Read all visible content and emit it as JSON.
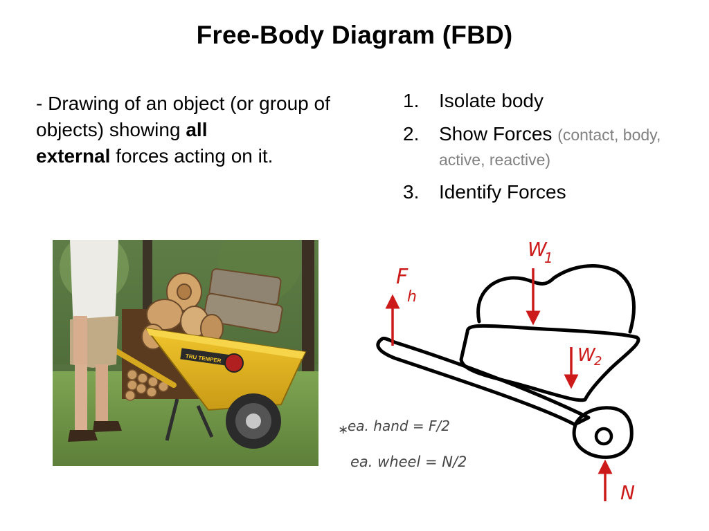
{
  "slide": {
    "title": "Free-Body Diagram (FBD)",
    "definition": {
      "prefix": "- Drawing of an object (or group of objects) showing ",
      "bold1": "all",
      "bold2": "external",
      "suffix": " forces acting on it."
    },
    "steps": [
      {
        "num": "1.",
        "text": "Isolate body",
        "note": ""
      },
      {
        "num": "2.",
        "text": "Show Forces",
        "note": "(contact, body, active, reactive)"
      },
      {
        "num": "3.",
        "text": "Identify Forces",
        "note": ""
      }
    ]
  },
  "photo": {
    "brand_text": "TRU TEMPER"
  },
  "fbd": {
    "force_labels": {
      "fh_main": "F",
      "fh_sub": "h",
      "w1_main": "W",
      "w1_sub": "1",
      "w2_main": "W",
      "w2_sub": "2",
      "n": "N"
    },
    "notes": {
      "hand": "ea. hand = F/2",
      "hand_prefix": "∗",
      "wheel": "ea. wheel = N/2"
    }
  },
  "colors": {
    "force": "#cc1a1a",
    "ink": "#000000",
    "note": "#444444"
  }
}
